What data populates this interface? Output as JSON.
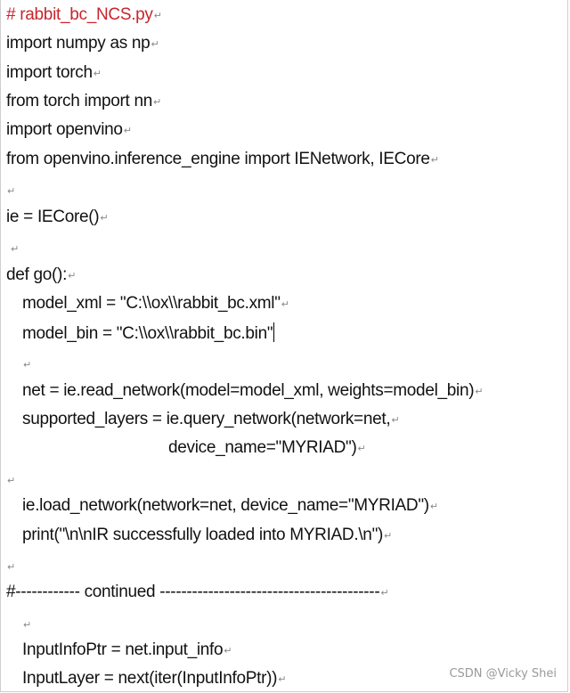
{
  "code_lines": [
    {
      "text": "# rabbit_bc_NCS.py",
      "indent": 0,
      "color": "#c8242b"
    },
    {
      "text": "import numpy as np",
      "indent": 0
    },
    {
      "text": "import torch",
      "indent": 0
    },
    {
      "text": "from torch import nn",
      "indent": 0
    },
    {
      "text": "import openvino",
      "indent": 0
    },
    {
      "text": "from openvino.inference_engine import IENetwork, IECore",
      "indent": 0
    },
    {
      "text": "",
      "indent": 0
    },
    {
      "text": "ie = IECore()",
      "indent": 0
    },
    {
      "text": "",
      "indent": 0
    },
    {
      "text": "def go():",
      "indent": 0
    },
    {
      "text": "model_xml = \"C:\\\\ox\\\\rabbit_bc.xml\"",
      "indent": 1
    },
    {
      "text": "model_bin = \"C:\\\\ox\\\\rabbit_bc.bin\"",
      "indent": 1
    },
    {
      "text": "",
      "indent": 1
    },
    {
      "text": "net = ie.read_network(model=model_xml, weights=model_bin)",
      "indent": 1
    },
    {
      "text": "supported_layers = ie.query_network(network=net,",
      "indent": 1
    },
    {
      "text": "device_name=\"MYRIAD\")",
      "indent": 2
    },
    {
      "text": "",
      "indent": 0
    },
    {
      "text": "ie.load_network(network=net, device_name=\"MYRIAD\")",
      "indent": 1
    },
    {
      "text": "print(\"\\n\\nIR successfully loaded into MYRIAD.\\n\")",
      "indent": 1
    },
    {
      "text": "",
      "indent": 0
    },
    {
      "text": "#------------ continued -----------------------------------------",
      "indent": 0
    },
    {
      "text": "",
      "indent": 1
    },
    {
      "text": "InputInfoPtr = net.input_info",
      "indent": 1
    },
    {
      "text": "InputLayer = next(iter(InputInfoPtr))",
      "indent": 1
    }
  ],
  "paragraph_mark": "↵",
  "watermark": "CSDN @Vicky Shei"
}
